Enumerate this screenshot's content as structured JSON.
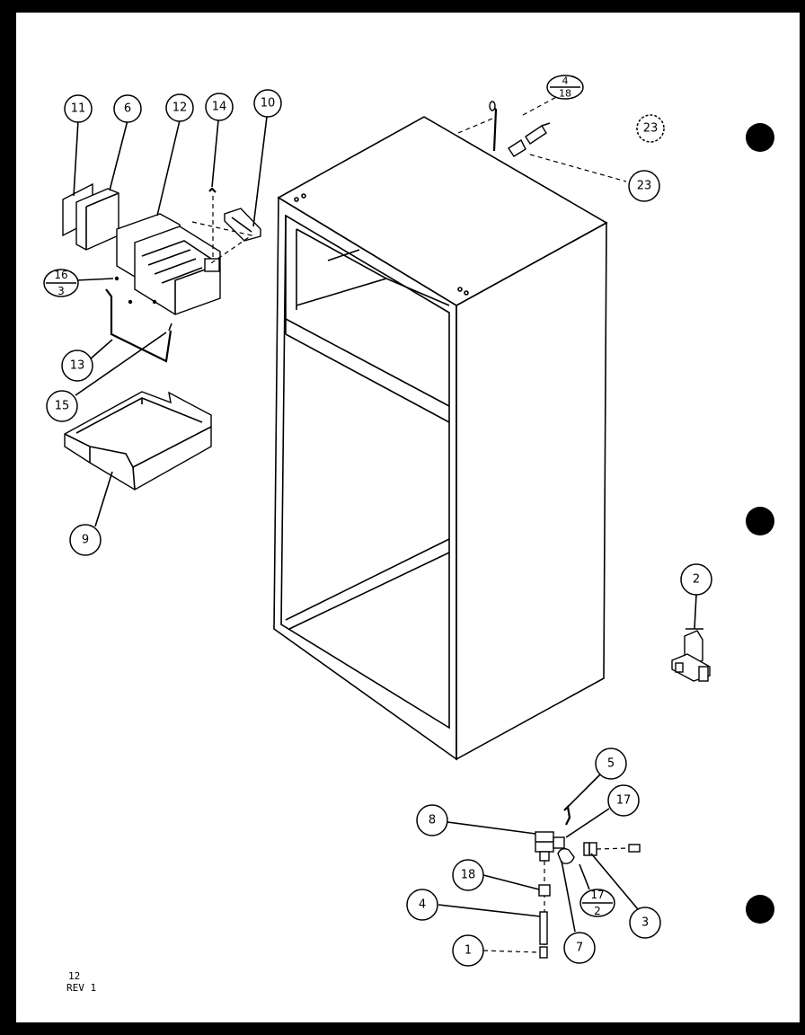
{
  "callouts": [
    {
      "id": "c11",
      "text": "11"
    },
    {
      "id": "c6",
      "text": "6"
    },
    {
      "id": "c12",
      "text": "12"
    },
    {
      "id": "c14",
      "text": "14"
    },
    {
      "id": "c10",
      "text": "10"
    },
    {
      "id": "c23a",
      "text": "23"
    },
    {
      "id": "c23",
      "text": "23"
    },
    {
      "id": "c13",
      "text": "13"
    },
    {
      "id": "c15",
      "text": "15"
    },
    {
      "id": "c9",
      "text": "9"
    },
    {
      "id": "c2",
      "text": "2"
    },
    {
      "id": "c5",
      "text": "5"
    },
    {
      "id": "c17",
      "text": "17"
    },
    {
      "id": "c8",
      "text": "8"
    },
    {
      "id": "c18",
      "text": "18"
    },
    {
      "id": "c4",
      "text": "4"
    },
    {
      "id": "c1",
      "text": "1"
    },
    {
      "id": "c7",
      "text": "7"
    },
    {
      "id": "c3",
      "text": "3"
    }
  ],
  "fractions": {
    "f_4_18": {
      "num": "4",
      "den": "18"
    },
    "f_16_3": {
      "num": "16",
      "den": "3"
    },
    "f_17_2": {
      "num": "17",
      "den": "2"
    }
  },
  "footer": {
    "page": "12",
    "rev": "REV 1"
  }
}
